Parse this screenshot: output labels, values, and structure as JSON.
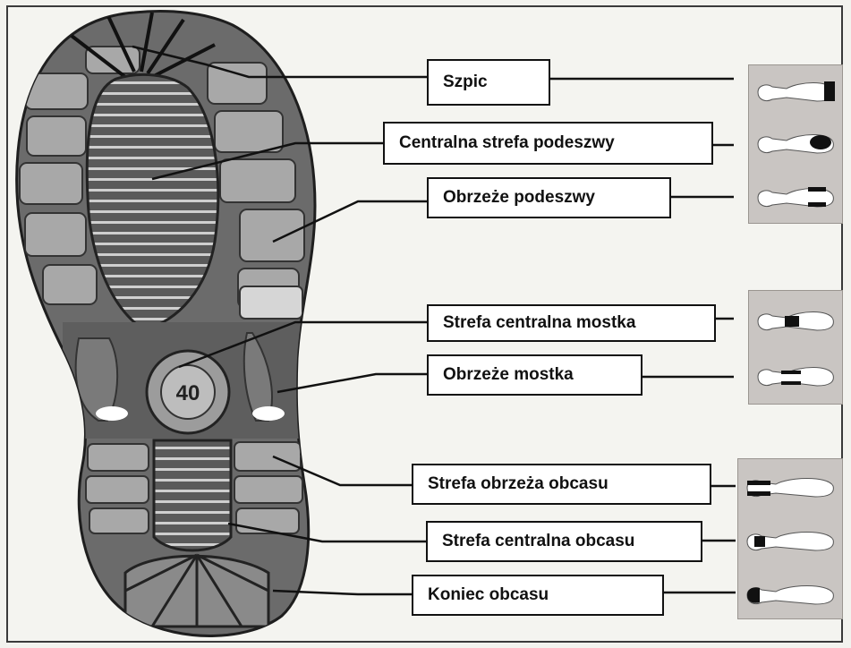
{
  "labels": {
    "szpic": "Szpic",
    "centralna_strefa_podeszwy": "Centralna strefa podeszwy",
    "obrzeze_podeszwy": "Obrzeże podeszwy",
    "strefa_centralna_mostka": "Strefa centralna mostka",
    "obrzeze_mostka": "Obrzeże mostka",
    "strefa_obrzeza_obcasu": "Strefa obrzeża obcasu",
    "strefa_centralna_obcasu": "Strefa centralna obcasu",
    "koniec_obcasu": "Koniec obcasu"
  },
  "sole_emblem_text": "40",
  "colors": {
    "sole_outer": "#6e6e6e",
    "sole_tread": "#a9a9a9",
    "sole_groove": "#3c3c3c",
    "panel_bg": "#c9c5c2",
    "footprint": "#ffffff",
    "highlight": "#111111"
  }
}
